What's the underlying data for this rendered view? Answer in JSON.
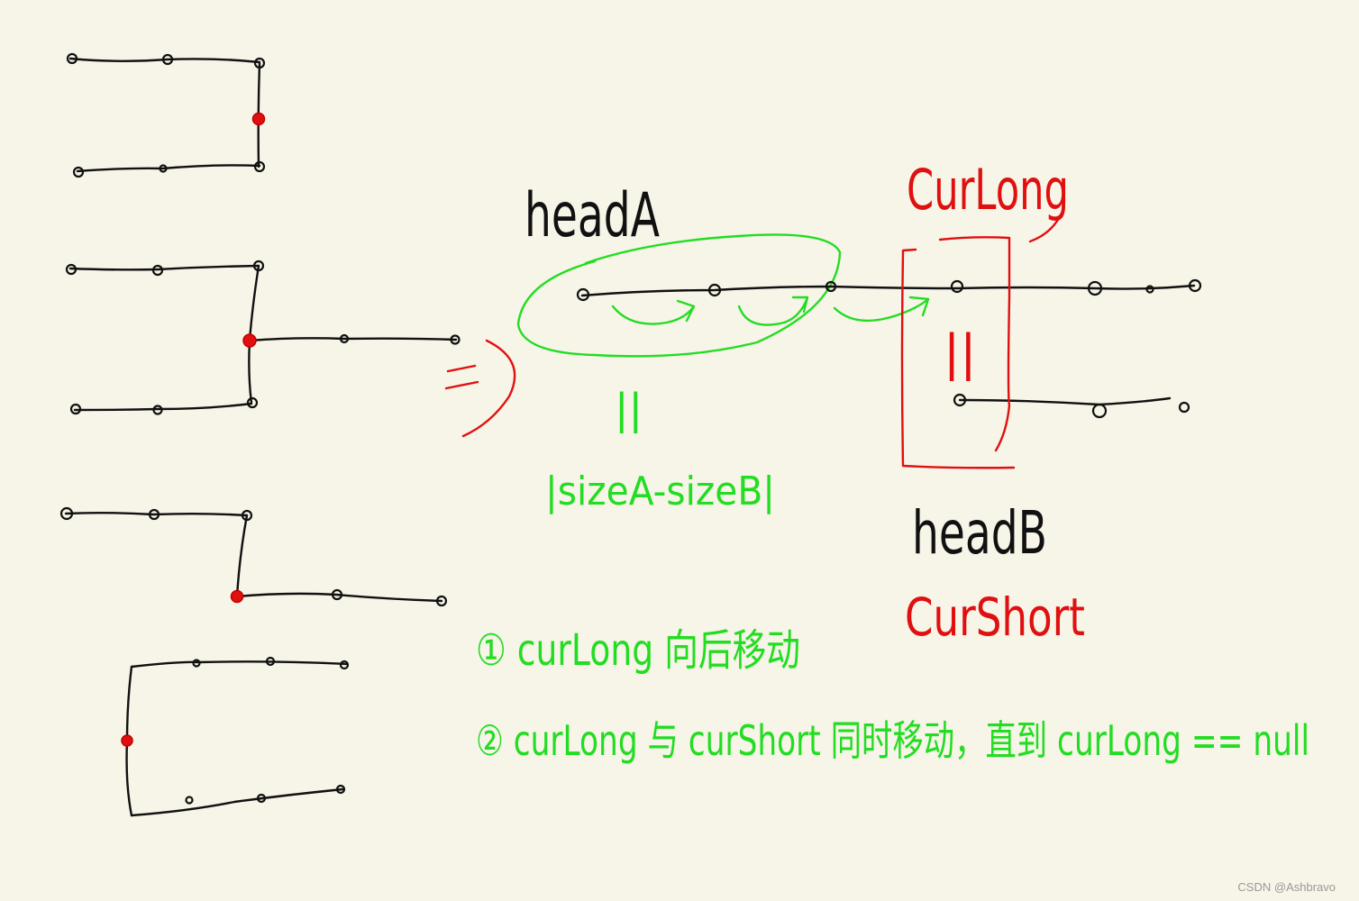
{
  "labels": {
    "headA": "headA",
    "headB": "headB",
    "curLong": "CurLong",
    "curShort": "CurShort",
    "equals": "=",
    "parallel_a": "||",
    "parallel_b": "||",
    "size_diff": "|sizeA-sizeB|"
  },
  "notes": {
    "step1": "① curLong 向后移动",
    "step2": "② curLong 与 curShort 同时移动，直到 curLong == null"
  },
  "watermark": "CSDN @Ashbravo",
  "colors": {
    "background": "#f7f4e8",
    "ink": "#111111",
    "red": "#e01010",
    "green": "#22dd22"
  }
}
